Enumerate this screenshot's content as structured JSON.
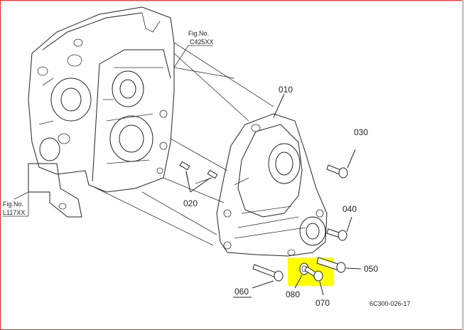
{
  "diagram": {
    "fig_refs": [
      {
        "id": "fig-c425",
        "label": "Fig.No.",
        "number": "C425XX"
      },
      {
        "id": "fig-l117",
        "label": "Fig.No.",
        "number": "L117XX"
      }
    ],
    "parts": {
      "p010": "010",
      "p020": "020",
      "p030": "030",
      "p040": "040",
      "p050": "050",
      "p060": "060",
      "p070": "070",
      "p080": "080"
    },
    "drawing_code": "6C300-026-17",
    "highlight_color": "#ffff00",
    "underlined_part": "060"
  }
}
